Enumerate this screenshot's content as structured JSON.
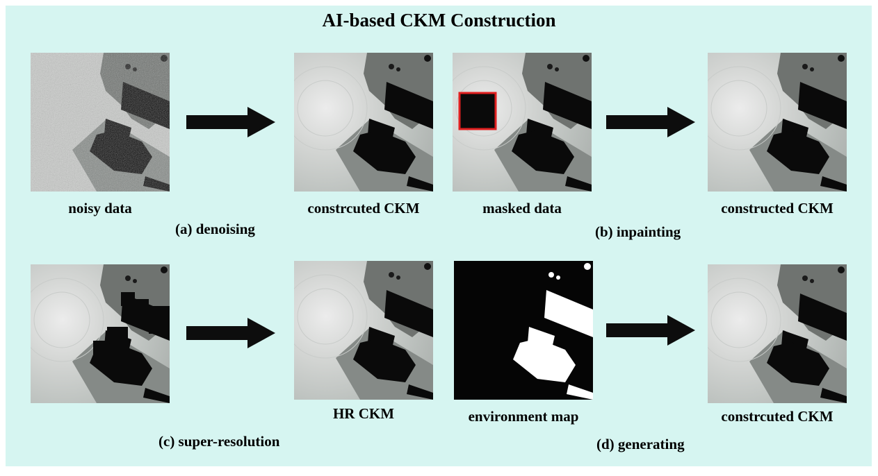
{
  "title": "AI-based CKM Construction",
  "sections": {
    "a": {
      "caption": "(a) denoising",
      "input_label": "noisy data",
      "output_label": "constrcuted CKM"
    },
    "b": {
      "caption": "(b) inpainting",
      "input_label": "masked data",
      "output_label": "constructed CKM"
    },
    "c": {
      "caption": "(c) super-resolution",
      "output_label": "HR CKM"
    },
    "d": {
      "caption": "(d) generating",
      "input_label": "environment map",
      "output_label": "constrcuted CKM"
    }
  },
  "colors": {
    "background": "#d6f5f1",
    "arrow": "#0d0d0d",
    "mask_border": "#e02020",
    "building": "#0a0a0a"
  }
}
